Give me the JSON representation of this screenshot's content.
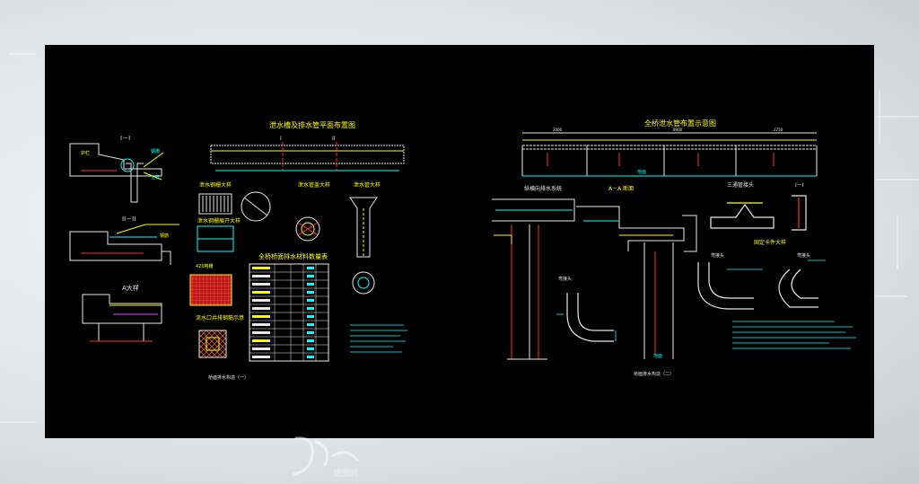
{
  "colors": {
    "background": "#000000",
    "outline": "#e8e8e8",
    "dimension": "#00ffff",
    "title": "#ffff00",
    "accent_red": "#ff3030",
    "accent_green": "#00ff00",
    "accent_magenta": "#ff40ff"
  },
  "sheet1": {
    "title_plan": "泄水槽及排水管平面布置图",
    "label_section_1": "I－I",
    "label_section_2": "II－II",
    "label_detail_a": "A大样",
    "label_drain_grate": "泄水钢栅大样",
    "label_drain_pipe": "泄水管盖大样",
    "label_outlet": "泄水管大样",
    "label_grate_open": "泄水钢栅展开大样",
    "label_grate_mesh": "420格栅",
    "label_outlet_plan": "流水口井排钢筋示意",
    "table_title": "全桥桥面排水材料数量表",
    "caption": "桥面排水构造（一）",
    "tag_roman1": "I",
    "tag_roman2": "II"
  },
  "sheet2": {
    "title_top": "全桥泄水管布置示意图",
    "label_longitudinal": "纵横向排水系统",
    "label_section_aa": "A－A  断面",
    "label_tee": "三通管接头",
    "label_section_1": "I－I",
    "label_elbow": "弯接头",
    "label_fixed": "固定卡件大样",
    "label_ground": "地面",
    "caption": "桥面排水构造（二）",
    "dim_left": "2000",
    "dim_mid": "8900",
    "dim_right": "2750"
  },
  "table_rows": 12,
  "watermark_text": "昵图网"
}
